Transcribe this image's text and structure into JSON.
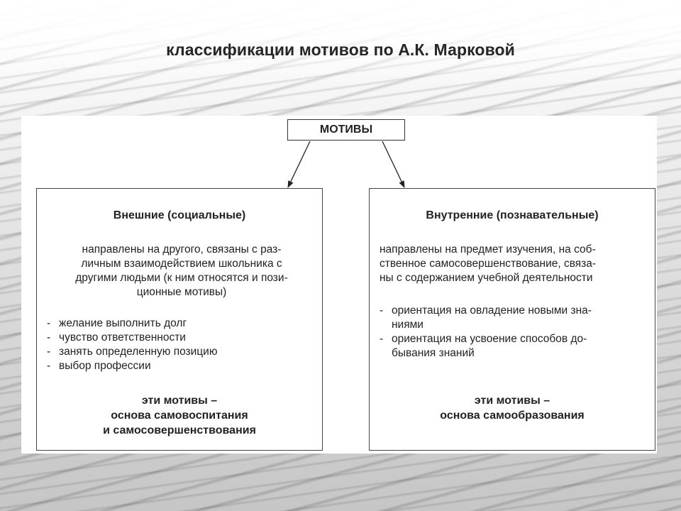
{
  "title": "классификации мотивов по А.К. Марковой",
  "root": "МОТИВЫ",
  "left": {
    "heading": "Внешние (социальные)",
    "description": [
      "направлены на другого, связаны с раз-",
      "личным взаимодействием школьника с",
      "другими людьми (к ним относятся и пози-",
      "ционные  мотивы)"
    ],
    "items": [
      [
        "желание выполнить долг"
      ],
      [
        "чувство ответственности"
      ],
      [
        "занять определенную позицию"
      ],
      [
        "выбор профессии"
      ]
    ],
    "conclusion": [
      "эти мотивы –",
      "основа самовоспитания",
      "и самосовершенствования"
    ]
  },
  "right": {
    "heading": "Внутренние (познавательные)",
    "description": [
      "направлены на предмет изучения, на соб-",
      "ственное самосовершенствование, связа-",
      "ны с содержанием учебной деятельности"
    ],
    "items": [
      [
        "ориентация на овладение новыми зна-",
        "ниями"
      ],
      [
        "ориентация на усвоение способов до-",
        "бывания знаний"
      ]
    ],
    "conclusion": [
      "эти мотивы –",
      "основа самообразования"
    ]
  },
  "dash": "-"
}
